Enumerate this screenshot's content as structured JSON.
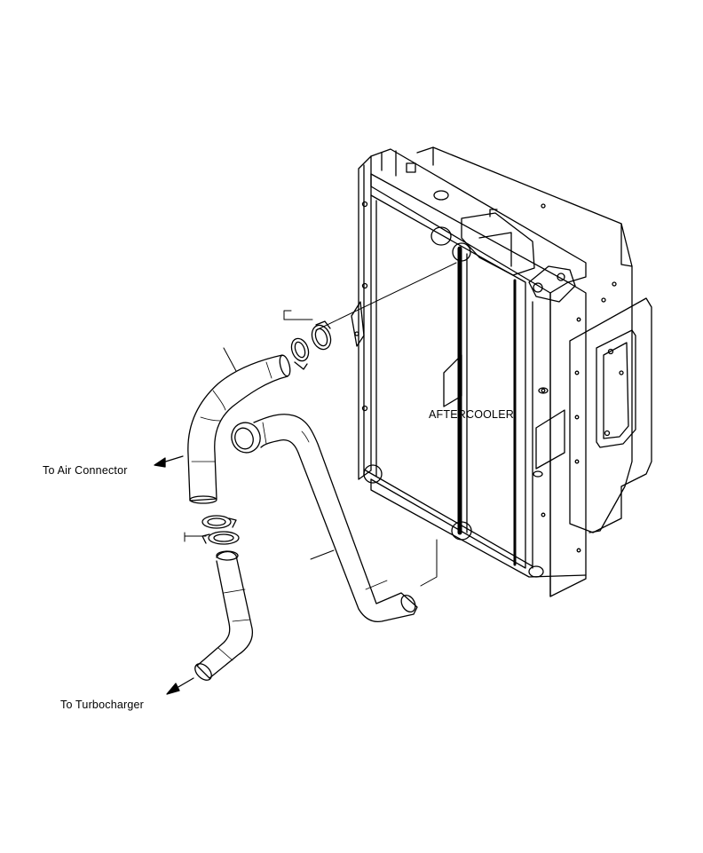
{
  "labels": {
    "air_connector": "To Air Connector",
    "turbocharger": "To Turbocharger",
    "aftercooler": "AFTERCOOLER"
  },
  "colors": {
    "line": "#000000",
    "background": "#ffffff"
  }
}
